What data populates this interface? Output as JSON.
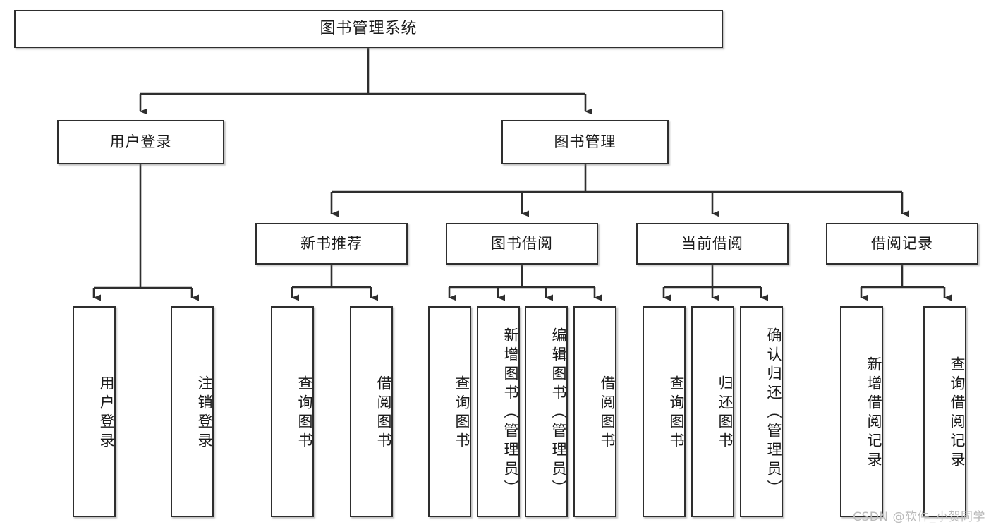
{
  "diagram": {
    "type": "tree-hierarchy",
    "title": "图书管理系统",
    "watermark": "CSDN @软件_小贺同学",
    "colors": {
      "box_border": "#2e2e2e",
      "box_fill": "#ffffff",
      "connector": "#2e2e2e",
      "text": "#1a1a1a",
      "watermark": "#b9b9b9"
    },
    "nodes": {
      "root": {
        "label": "图书管理系统"
      },
      "level2": [
        {
          "id": "user-login",
          "label": "用户登录"
        },
        {
          "id": "book-management",
          "label": "图书管理"
        }
      ],
      "level3": [
        {
          "id": "new-book-recommend",
          "label": "新书推荐"
        },
        {
          "id": "book-borrow",
          "label": "图书借阅"
        },
        {
          "id": "current-borrow",
          "label": "当前借阅"
        },
        {
          "id": "borrow-record",
          "label": "借阅记录"
        }
      ],
      "leaves": {
        "user-login": [
          {
            "id": "leaf-user-login",
            "label": "用户登录"
          },
          {
            "id": "leaf-logout-login",
            "label": "注销登录"
          }
        ],
        "new-book-recommend": [
          {
            "id": "leaf-query-book-1",
            "label": "查询图书"
          },
          {
            "id": "leaf-borrow-book-1",
            "label": "借阅图书"
          }
        ],
        "book-borrow": [
          {
            "id": "leaf-query-book-2",
            "label": "查询图书"
          },
          {
            "id": "leaf-add-book",
            "label": "新增图书（管理员）"
          },
          {
            "id": "leaf-edit-book",
            "label": "编辑图书（管理员）"
          },
          {
            "id": "leaf-borrow-book-2",
            "label": "借阅图书"
          }
        ],
        "current-borrow": [
          {
            "id": "leaf-query-book-3",
            "label": "查询图书"
          },
          {
            "id": "leaf-return-book",
            "label": "归还图书"
          },
          {
            "id": "leaf-confirm-return",
            "label": "确认归还（管理员）"
          }
        ],
        "borrow-record": [
          {
            "id": "leaf-add-record",
            "label": "新增借阅记录"
          },
          {
            "id": "leaf-query-record",
            "label": "查询借阅记录"
          }
        ]
      }
    }
  }
}
